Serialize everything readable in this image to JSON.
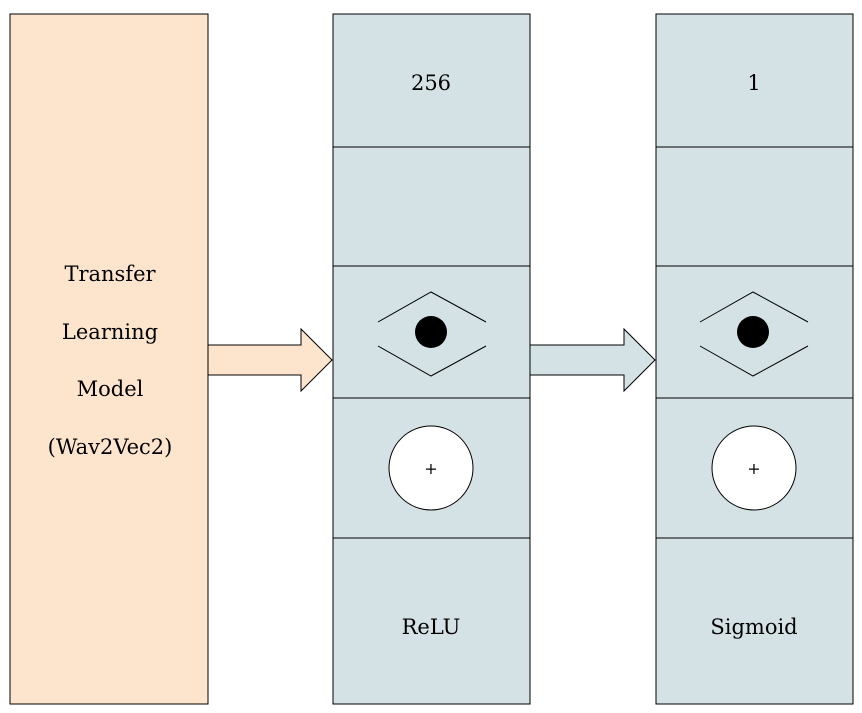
{
  "source_block": {
    "lines": [
      "Transfer",
      "Learning",
      "Model",
      "(Wav2Vec2)"
    ],
    "fill": "#fce4cd"
  },
  "layers": [
    {
      "units": "256",
      "weights_symbol": "eye-icon",
      "bias_symbol": "+",
      "activation": "ReLU"
    },
    {
      "units": "1",
      "weights_symbol": "eye-icon",
      "bias_symbol": "+",
      "activation": "Sigmoid"
    }
  ],
  "colors": {
    "layer_fill": "#d5e2e5",
    "arrow_1_fill": "#fce4cd",
    "arrow_2_fill": "#d5e2e5",
    "stroke": "#000000"
  }
}
